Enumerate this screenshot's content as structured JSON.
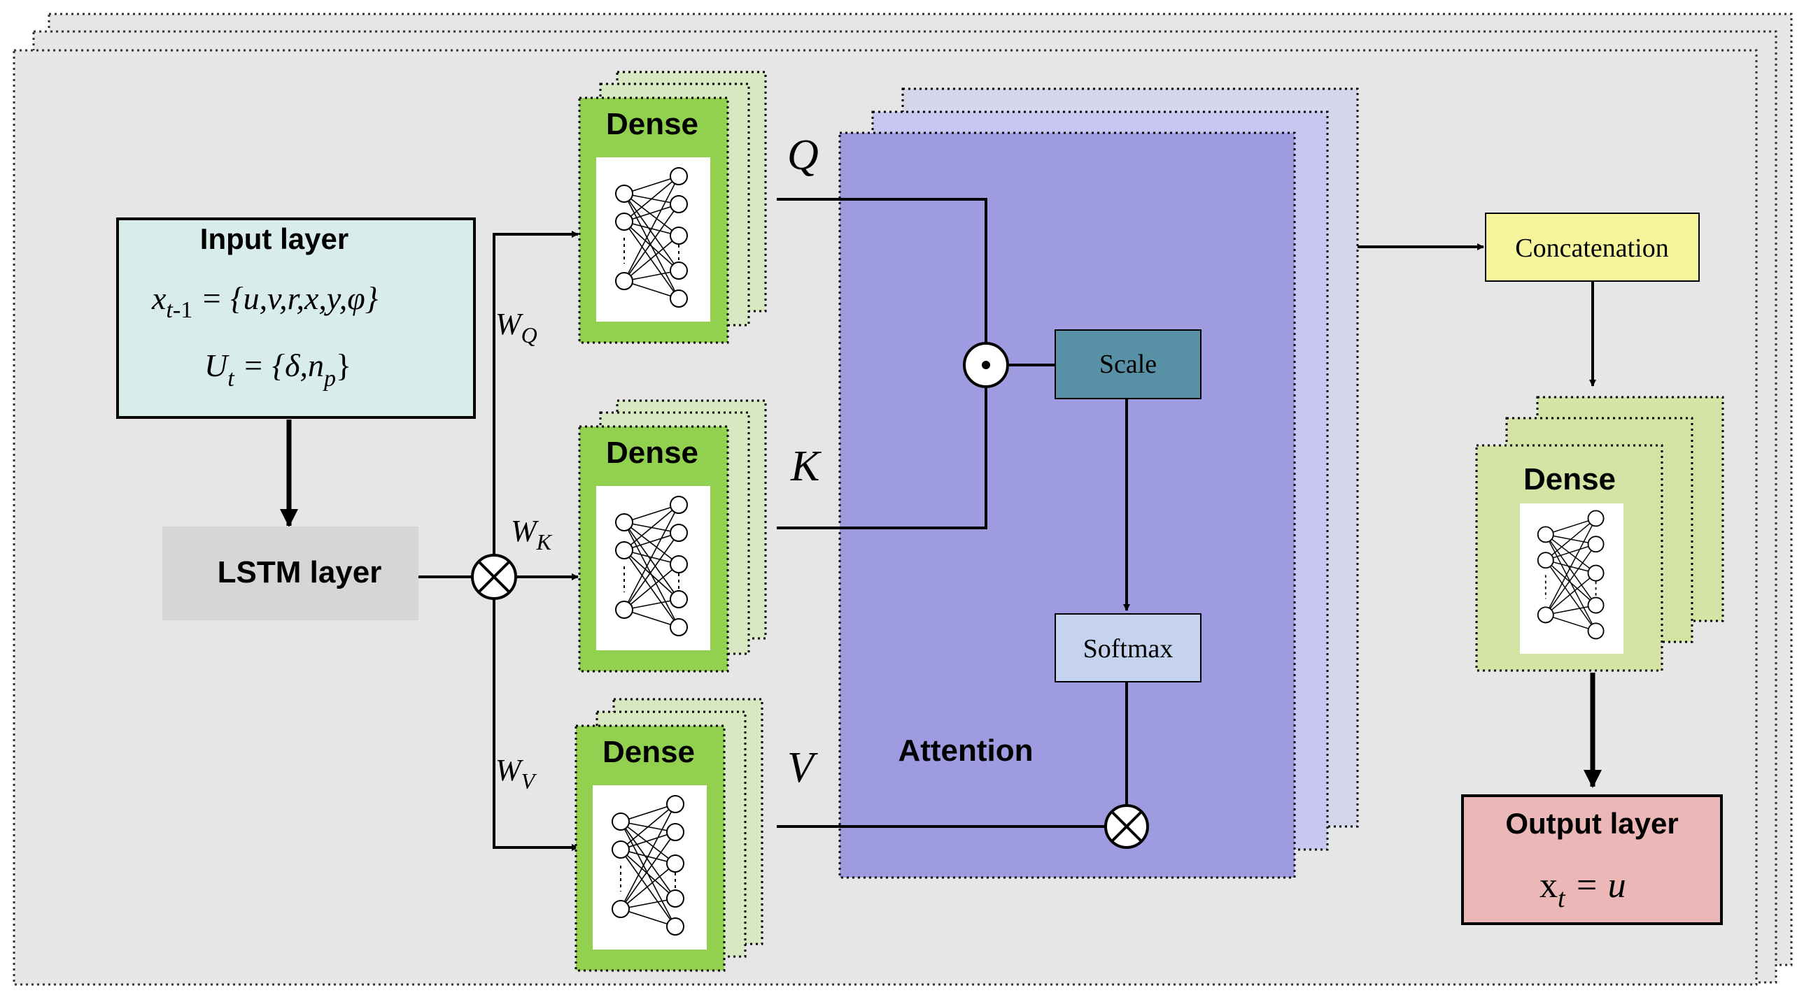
{
  "input": {
    "title": "Input layer",
    "eq1": {
      "var": "x",
      "sub": "t",
      "rest_sub": "-1",
      "rhs": " = {u,v,r,x,y,φ}"
    },
    "eq2": {
      "var": "U",
      "sub": "t",
      "rhs": " = {δ,n",
      "rhs_sub": "p",
      "close": "}"
    }
  },
  "lstm": {
    "label": "LSTM layer"
  },
  "weights": {
    "wq": {
      "base": "W",
      "sub": "Q"
    },
    "wk": {
      "base": "W",
      "sub": "K"
    },
    "wv": {
      "base": "W",
      "sub": "V"
    }
  },
  "dense": {
    "label": "Dense"
  },
  "qkv": {
    "q": "Q",
    "k": "K",
    "v": "V"
  },
  "attention": {
    "label": "Attention",
    "scale": "Scale",
    "softmax": "Softmax"
  },
  "concat": {
    "label": "Concatenation"
  },
  "output": {
    "title": "Output layer",
    "lhs": "x",
    "sub": "t",
    "rhs": " = u"
  },
  "colors": {
    "background": "#e6e6e6",
    "input_box": "#d9ecec",
    "lstm_box": "#d6d6d6",
    "dense_green": "#92d050",
    "dense_back": "#d8e8c0",
    "dense_right": "#d4e4a4",
    "attention_front": "#9e9be0",
    "attention_mid": "#c8c8f0",
    "attention_back": "#d6d6ea",
    "scale_box": "#5891a5",
    "softmax_box": "#c5d3ef",
    "concat_box": "#f7f59b",
    "output_box": "#ebb7b7"
  }
}
